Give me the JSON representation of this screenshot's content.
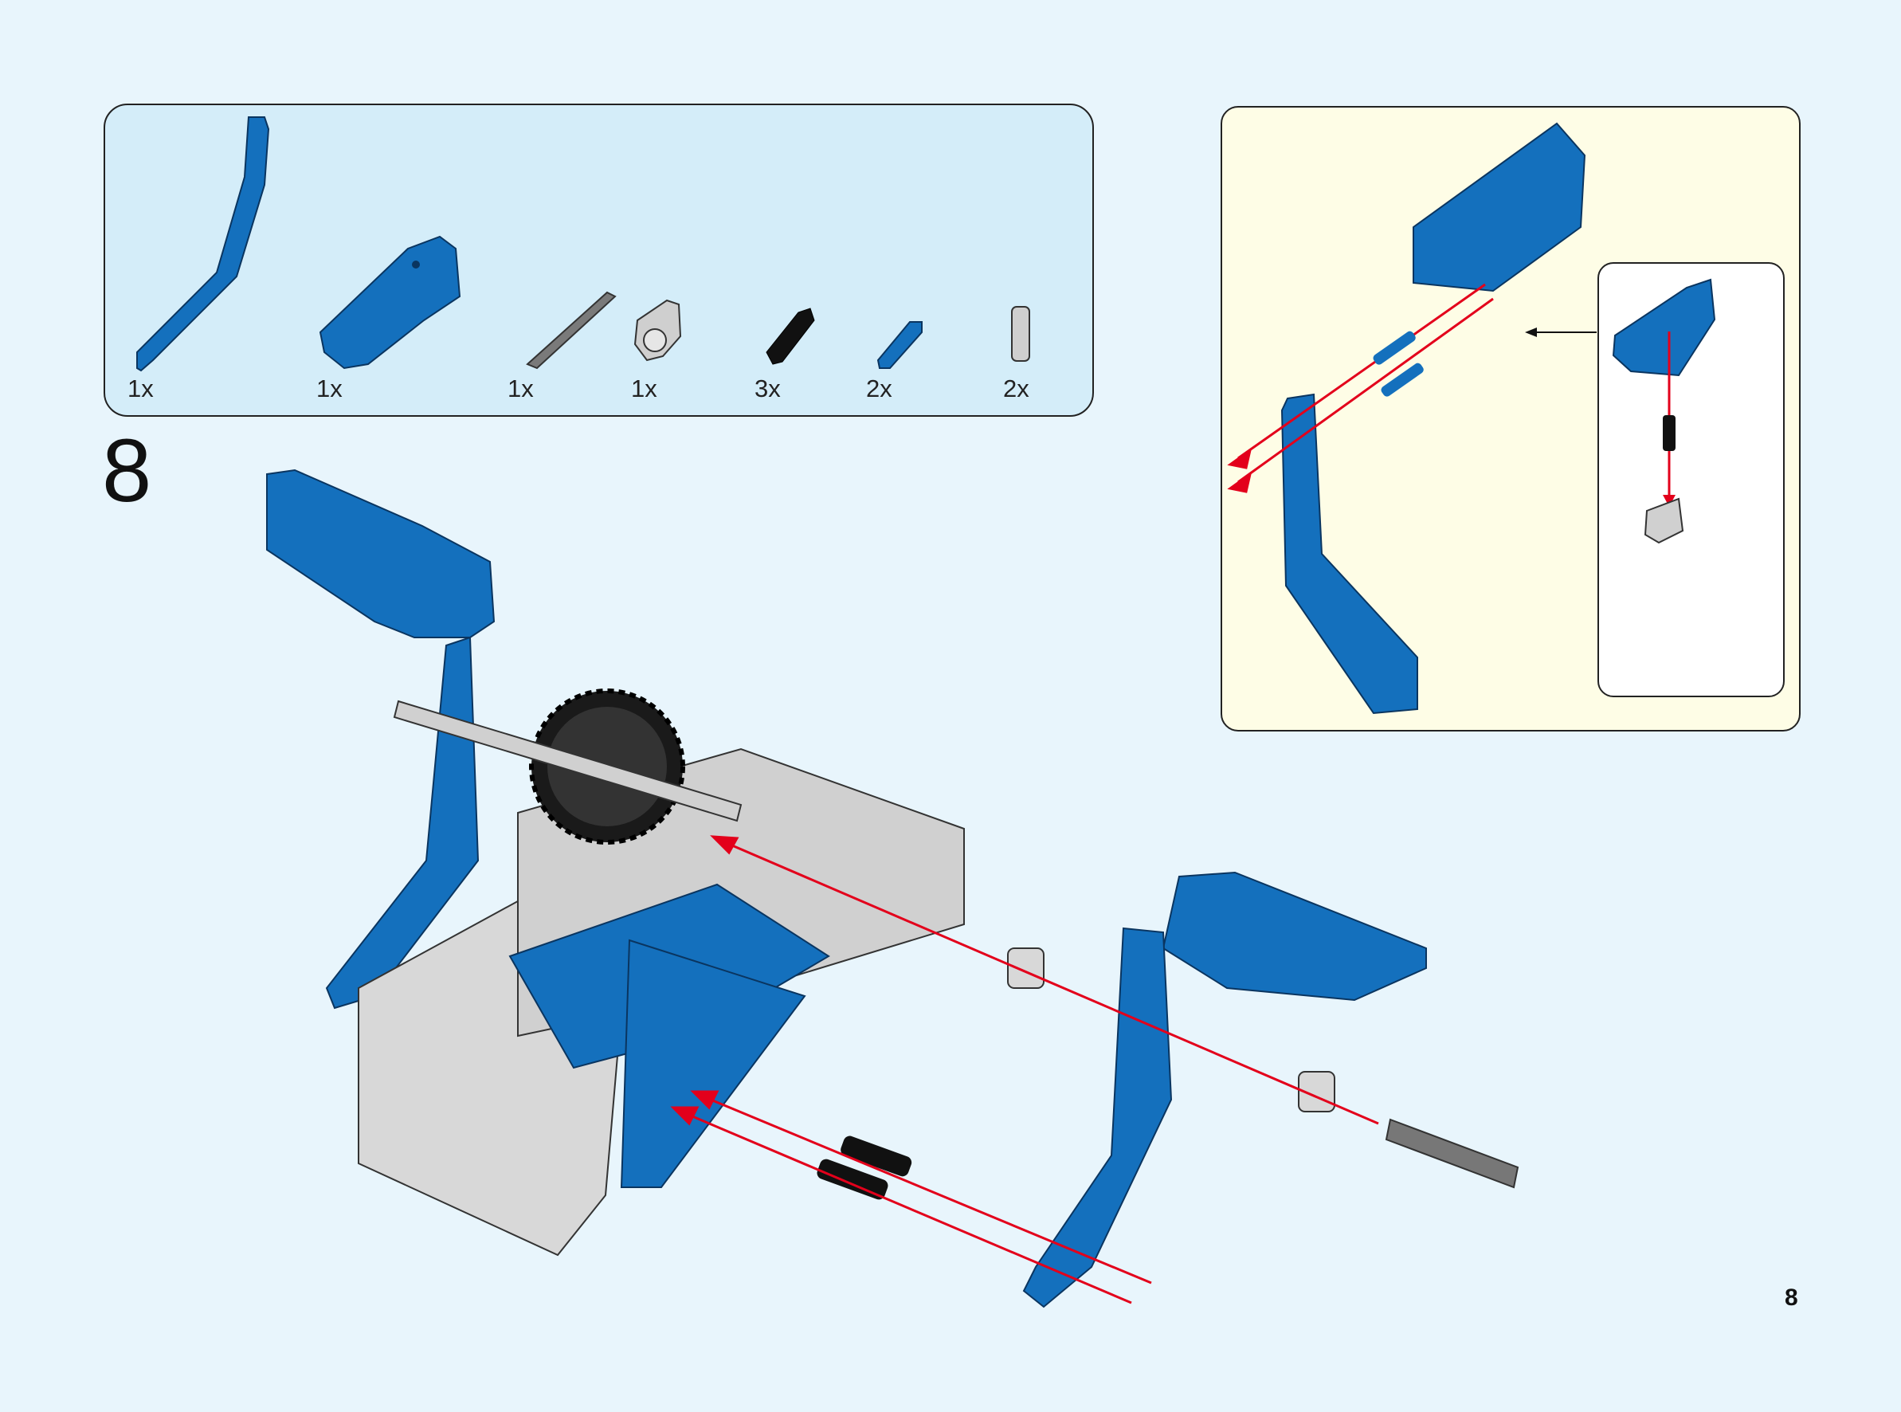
{
  "parts_list": [
    {
      "name": "bent-beam",
      "qty": "1x"
    },
    {
      "name": "panel-wing",
      "qty": "1x"
    },
    {
      "name": "axle",
      "qty": "1x"
    },
    {
      "name": "axle-pin-connector",
      "qty": "1x"
    },
    {
      "name": "black-friction-pin",
      "qty": "3x"
    },
    {
      "name": "blue-axle-pin",
      "qty": "2x"
    },
    {
      "name": "bush",
      "qty": "2x"
    }
  ],
  "step_number": "8",
  "page_number": "8",
  "colors": {
    "background": "#e8f5fc",
    "parts_box": "#d4edf9",
    "callout": "#fefde6",
    "blue_part": "#1470bd",
    "arrow": "#e3001b"
  }
}
